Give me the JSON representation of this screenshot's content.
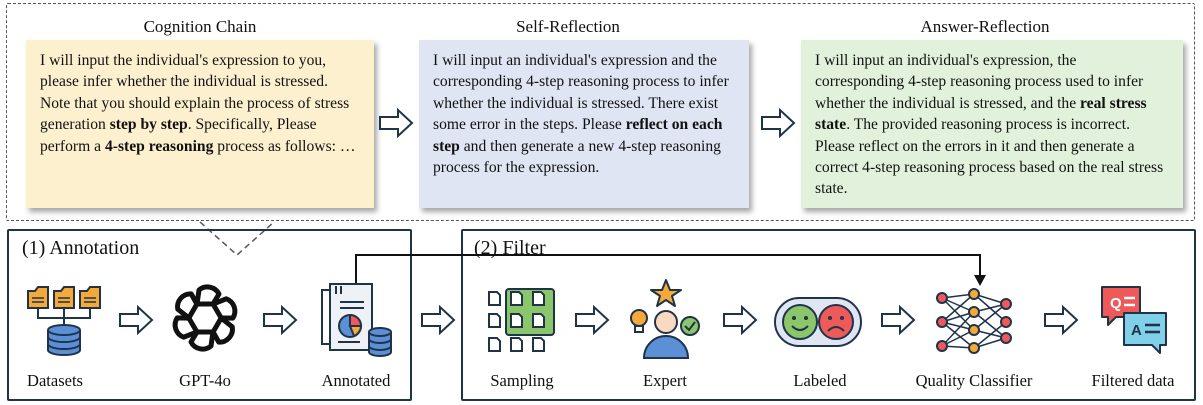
{
  "prompts": [
    {
      "title": "Cognition Chain",
      "parts": [
        {
          "t": "I will input the individual's expression to you, please infer whether the individual is stressed. Note that you should explain the process of stress generation "
        },
        {
          "t": "step by step",
          "b": true
        },
        {
          "t": ". Specifically, Please perform a "
        },
        {
          "t": "4-step reasoning",
          "b": true
        },
        {
          "t": " process as follows: …"
        }
      ]
    },
    {
      "title": "Self-Reflection",
      "parts": [
        {
          "t": "I will input an individual's expression and the corresponding 4-step reasoning process to infer whether the individual is stressed. There exist some error in the steps. Please "
        },
        {
          "t": "reflect on each step",
          "b": true
        },
        {
          "t": " and then generate a new 4-step reasoning process for the expression."
        }
      ]
    },
    {
      "title": "Answer-Reflection",
      "parts": [
        {
          "t": "I will input an individual's expression, the corresponding 4-step reasoning process used to infer whether the individual is stressed, and the "
        },
        {
          "t": "real stress state",
          "b": true
        },
        {
          "t": ". The provided reasoning process is incorrect. Please reflect on the errors in it and then generate a correct 4-step reasoning process based on the real stress state."
        }
      ]
    }
  ],
  "annotation": {
    "label": "(1) Annotation",
    "nodes": [
      "Datasets",
      "GPT-4o",
      "Annotated"
    ]
  },
  "filter": {
    "label": "(2) Filter",
    "nodes": [
      "Sampling",
      "Expert",
      "Labeled",
      "Quality Classifier",
      "Filtered data"
    ]
  },
  "qa_icon": {
    "q": "Q",
    "a": "A"
  },
  "colors": {
    "frame": "#1f3349",
    "icon_blue": "#5b8fd6",
    "icon_orange": "#f4a93a",
    "icon_green": "#8cc66a",
    "icon_red": "#ee5a5a"
  }
}
